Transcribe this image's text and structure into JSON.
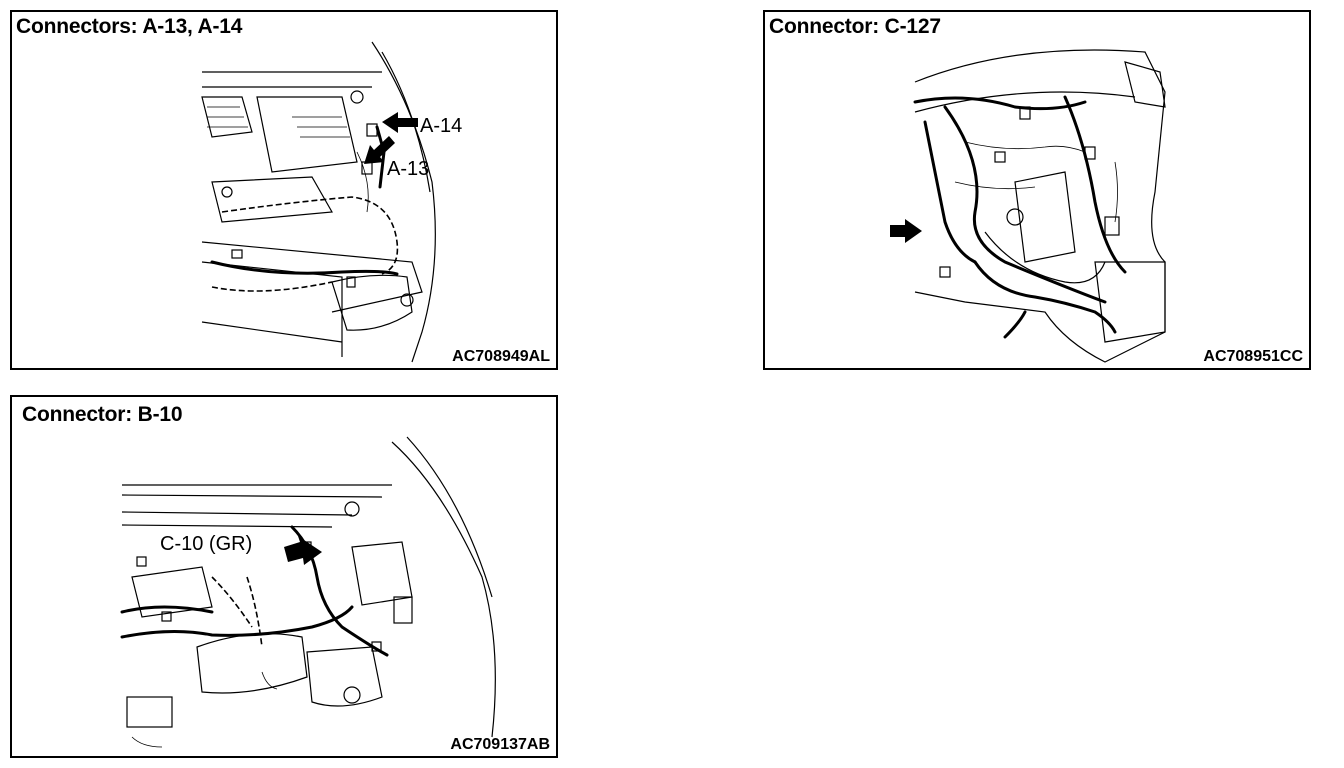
{
  "panels": {
    "a": {
      "title": "Connectors: A-13, A-14",
      "code": "AC708949AL",
      "callouts": [
        "A-14",
        "A-13"
      ]
    },
    "c": {
      "title": "Connector: C-127",
      "code": "AC708951CC"
    },
    "b": {
      "title": "Connector: B-10",
      "code": "AC709137AB",
      "callouts": [
        "C-10 (GR)"
      ]
    }
  }
}
